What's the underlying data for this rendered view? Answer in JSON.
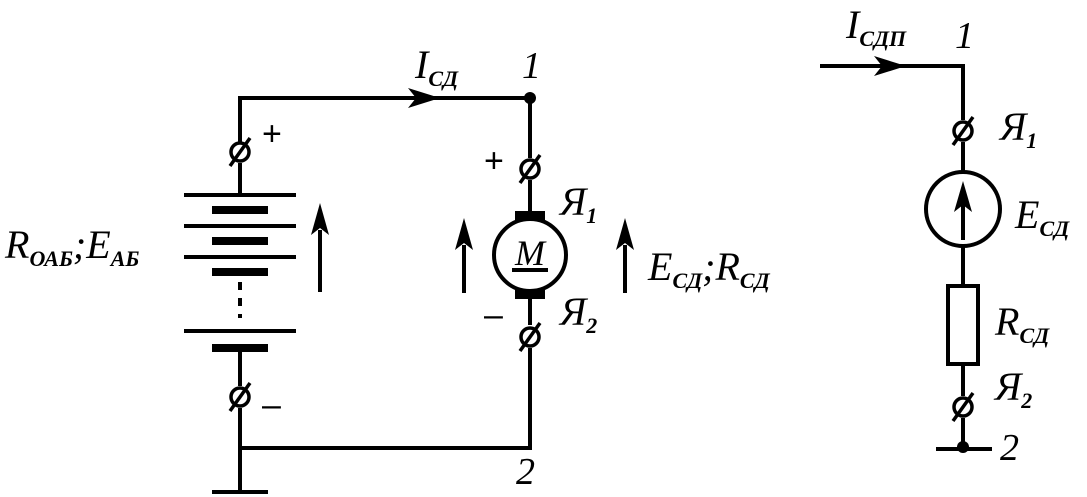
{
  "left_circuit": {
    "current": {
      "main": "I",
      "sub": "СД"
    },
    "node_top": "1",
    "node_bottom": "2",
    "battery_label": {
      "r_main": "R",
      "r_sub": "ОАБ",
      "sep": ";",
      "e_main": "E",
      "e_sub": "АБ"
    },
    "battery_plus": "+",
    "battery_minus": "–",
    "motor_plus": "+",
    "motor_minus": "–",
    "motor_symbol": "M",
    "armature_1": {
      "main": "Я",
      "sub": "1"
    },
    "armature_2": {
      "main": "Я",
      "sub": "2"
    },
    "motor_label": {
      "e_main": "E",
      "e_sub": "СД",
      "sep": ";",
      "r_main": "R",
      "r_sub": "СД"
    }
  },
  "right_circuit": {
    "current": {
      "main": "I",
      "sub": "СДП"
    },
    "node_top": "1",
    "node_bottom": "2",
    "armature_1": {
      "main": "Я",
      "sub": "1"
    },
    "armature_2": {
      "main": "Я",
      "sub": "2"
    },
    "source_label": {
      "main": "E",
      "sub": "СД"
    },
    "resistor_label": {
      "main": "R",
      "sub": "СД"
    }
  }
}
